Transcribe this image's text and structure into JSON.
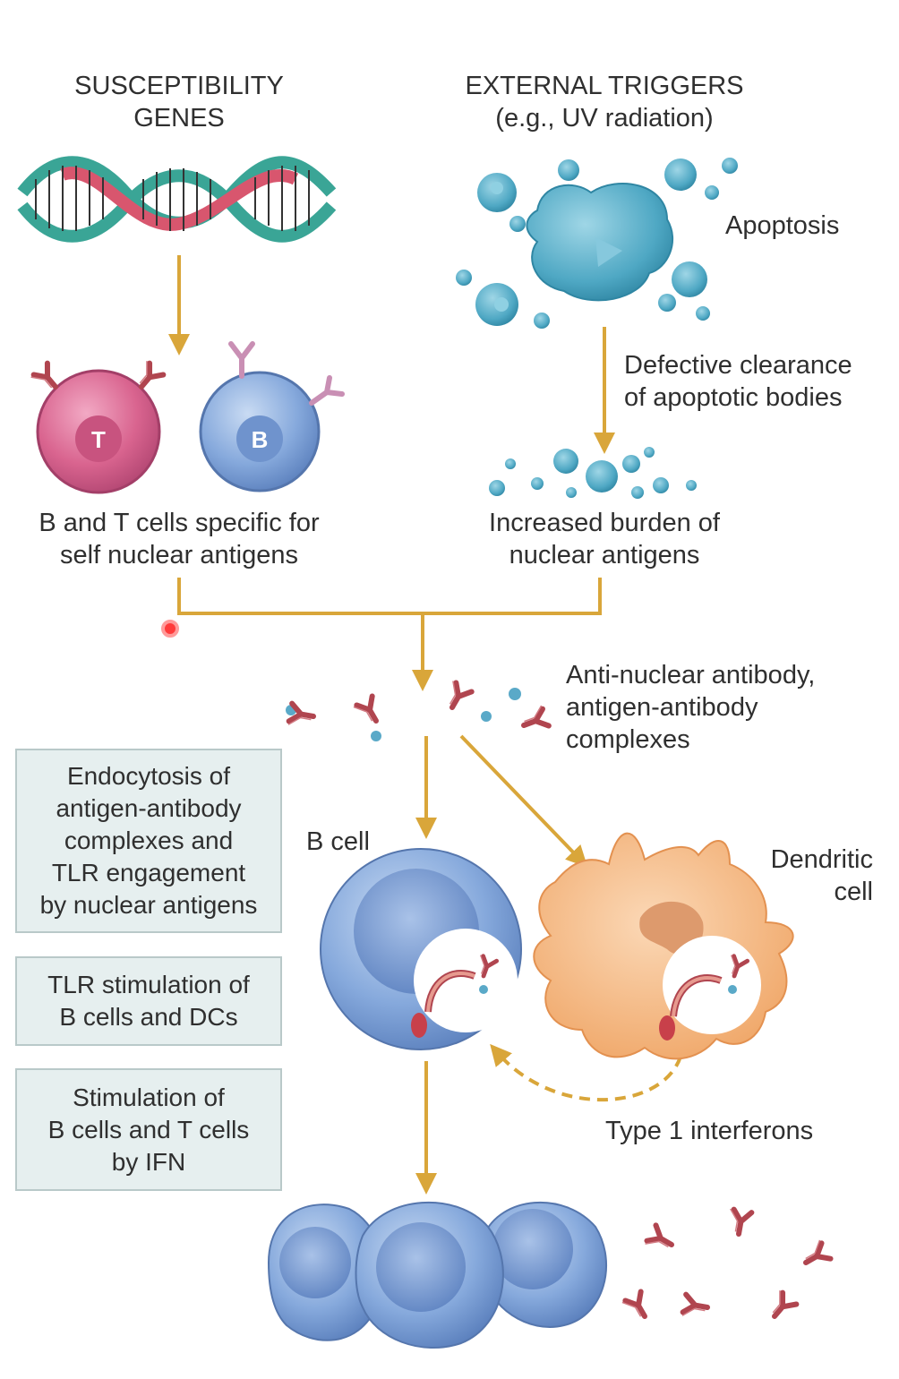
{
  "labels": {
    "susceptibility": [
      "SUSCEPTIBILITY",
      "GENES"
    ],
    "external": [
      "EXTERNAL TRIGGERS",
      "(e.g., UV radiation)"
    ],
    "apoptosis": "Apoptosis",
    "defective": [
      "Defective clearance",
      "of apoptotic bodies"
    ],
    "bt_cells": [
      "B and T cells specific for",
      "self nuclear antigens"
    ],
    "burden": [
      "Increased burden of",
      "nuclear antigens"
    ],
    "antinuclear": [
      "Anti-nuclear antibody,",
      "antigen-antibody",
      "complexes"
    ],
    "b_cell": "B cell",
    "dendritic": [
      "Dendritic",
      "cell"
    ],
    "interferons": "Type 1 interferons",
    "t_letter": "T",
    "b_letter": "B"
  },
  "boxes": [
    [
      "Endocytosis of",
      "antigen-antibody",
      "complexes and",
      "TLR engagement",
      "by nuclear antigens"
    ],
    [
      "TLR stimulation of",
      "B cells and DCs"
    ],
    [
      "Stimulation of",
      "B cells and T cells",
      "by IFN"
    ]
  ],
  "colors": {
    "arrow": "#d9a63a",
    "antibody": "#b0454f",
    "blue_cell": "#7da2d6",
    "pink_cell": "#d9648f",
    "apoptotic": "#4fa8c4",
    "dendritic": "#f2b27a"
  }
}
